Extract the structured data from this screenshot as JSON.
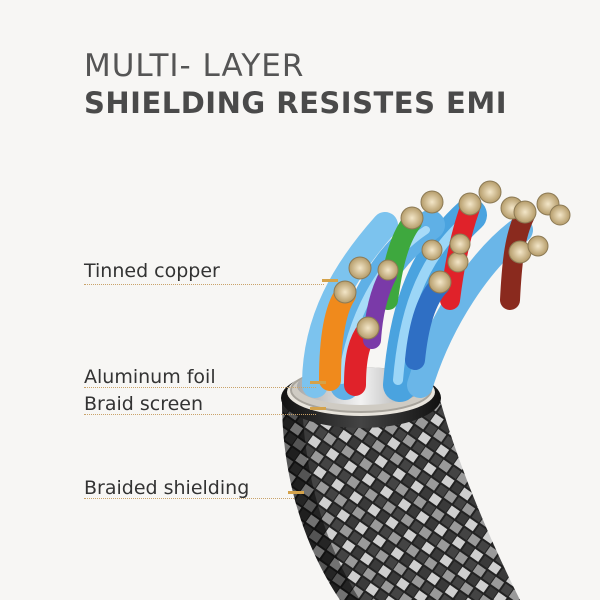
{
  "title": {
    "line1": "MULTI- LAYER",
    "line2": "SHIELDING RESISTES EMI"
  },
  "labels": {
    "tinned_copper": "Tinned copper",
    "aluminum_foil": "Aluminum foil",
    "braid_screen": "Braid screen",
    "braided_shielding": "Braided shielding"
  },
  "colors": {
    "background": "#f7f6f4",
    "accent": "#d4a24a",
    "wire_blue": "#5fb0e6",
    "wire_green": "#3ea83e",
    "wire_red": "#e0222a",
    "wire_orange": "#f08a1c",
    "wire_purple": "#7a3aa8",
    "wire_brown": "#8a2a1e",
    "wire_dark_blue": "#2f6fc4",
    "jacket": "#1d1d1d"
  }
}
